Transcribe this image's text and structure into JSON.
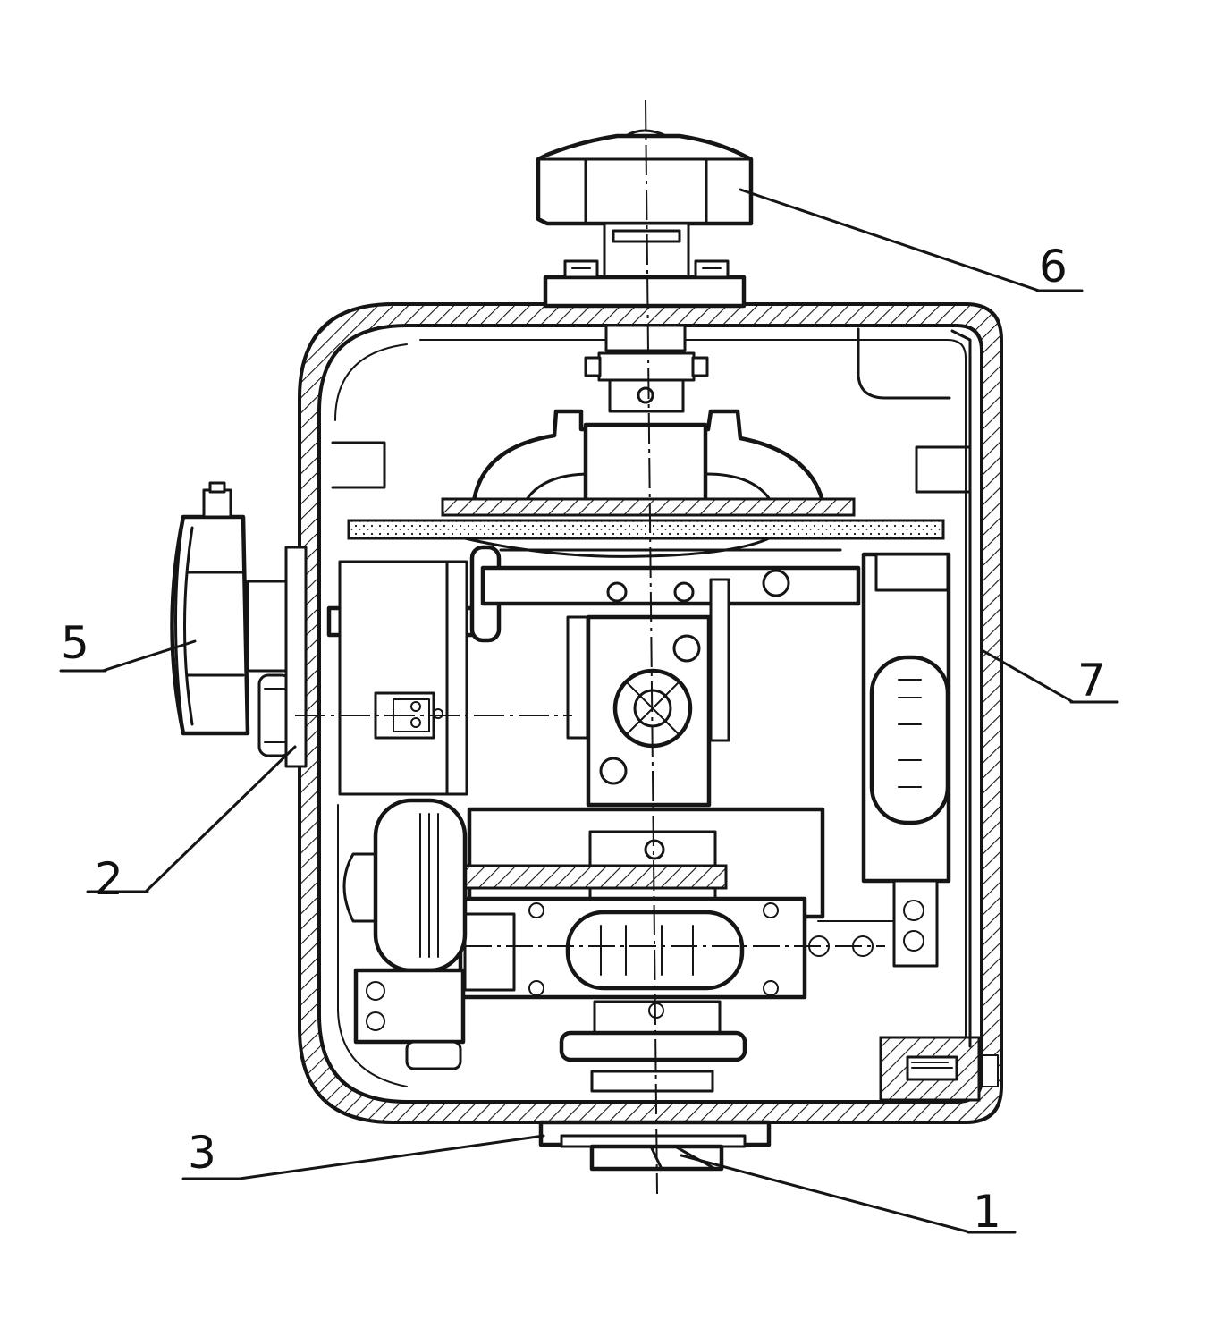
{
  "figure": {
    "callouts": [
      {
        "id": "1",
        "label": "1"
      },
      {
        "id": "2",
        "label": "2"
      },
      {
        "id": "3",
        "label": "3"
      },
      {
        "id": "5",
        "label": "5"
      },
      {
        "id": "6",
        "label": "6"
      },
      {
        "id": "7",
        "label": "7"
      }
    ]
  },
  "colors": {
    "ink": "#151515",
    "paper": "#ffffff"
  }
}
